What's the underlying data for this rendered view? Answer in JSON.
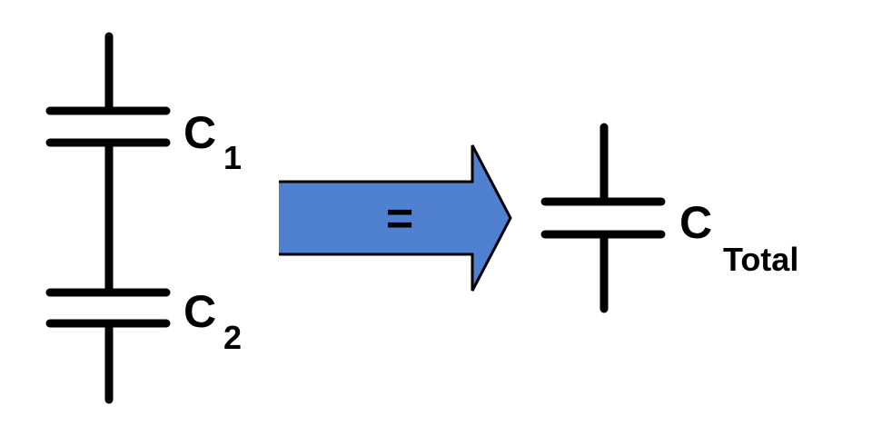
{
  "capacitor_1": {
    "letter": "C",
    "subscript": "1"
  },
  "capacitor_2": {
    "letter": "C",
    "subscript": "2"
  },
  "capacitor_total": {
    "letter": "C",
    "subscript": "Total"
  },
  "equivalence_arrow": {
    "label": "=",
    "fill_color": "#4f81d0"
  },
  "wire_color": "#000000"
}
